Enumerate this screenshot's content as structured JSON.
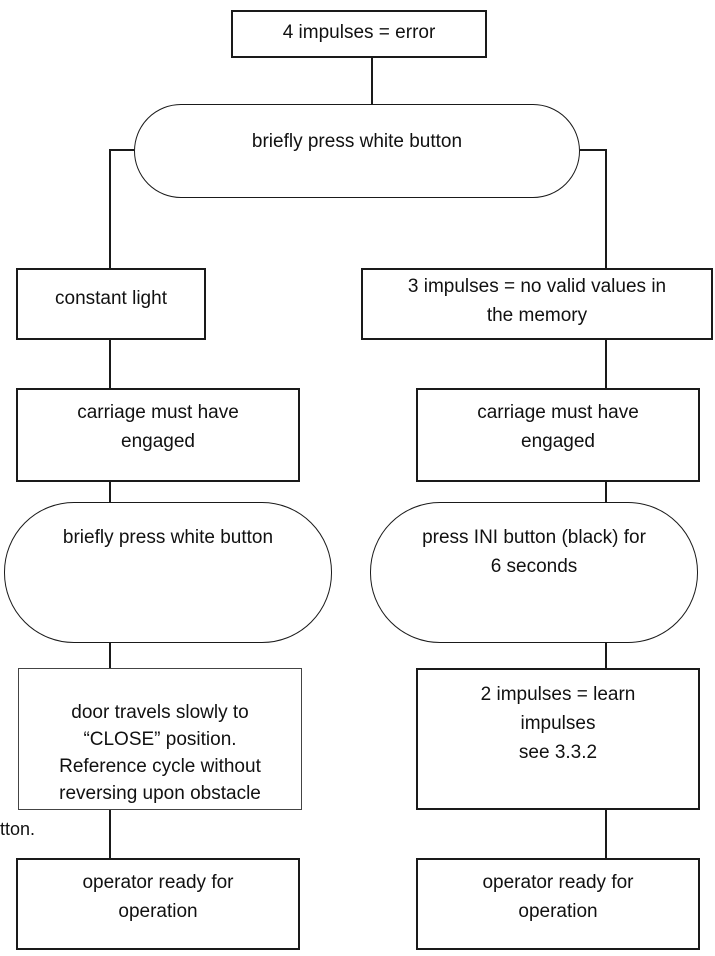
{
  "diagram": {
    "top_box": "4 impulses = error",
    "top_pill": "briefly press white button",
    "left": {
      "box1": "constant light",
      "box2": "carriage must have\nengaged",
      "pill": "briefly press white button",
      "box3": "door travels slowly to\n“CLOSE” position.\nReference cycle without\nreversing upon obstacle",
      "box4": "operator ready for\noperation"
    },
    "right": {
      "box1": "3 impulses = no valid values in\nthe memory",
      "box2": "carriage must have\nengaged",
      "pill": "press INI button (black) for\n6 seconds",
      "box3": "2 impulses = learn\nimpulses\nsee 3.3.2",
      "box4": "operator ready for\noperation"
    },
    "stray_fragment": "tton.",
    "colors": {
      "line": "#1a1a1a",
      "background": "#ffffff"
    }
  }
}
